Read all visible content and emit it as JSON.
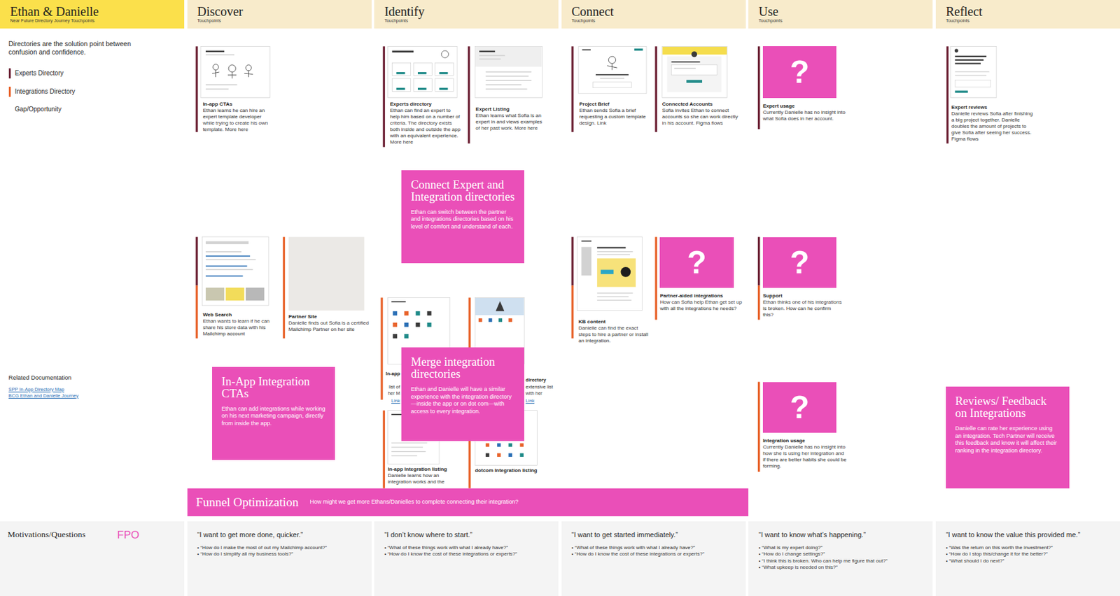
{
  "diagram": {
    "nodes": [
      {
        "text": [
          "Ethan & Danielle",
          "Near Future Directory Journey Touchpoints"
        ]
      },
      {
        "text": [
          "Discover",
          "Touchpoints"
        ]
      },
      {
        "text": [
          "Identify",
          "Touchpoints"
        ]
      },
      {
        "text": [
          "Connect",
          "Touchpoints"
        ]
      },
      {
        "text": [
          "Use",
          "Touchpoints"
        ]
      },
      {
        "text": [
          "Reflect",
          "Touchpoints"
        ]
      },
      {
        "text": [
          "In-app CTAs",
          "Ethan learns he can hire an expert template developer while trying to create his own template. More here"
        ]
      },
      {
        "text": [
          "Experts directory",
          "Ethan can find an expert to help him based on a number of criteria. The directory exists both inside and outside the app with an equivalent experience. More here"
        ]
      },
      {
        "text": [
          "Expert Listing",
          "Ethan learns what Sofia is an expert in and views examples of her past work. More here"
        ]
      },
      {
        "text": [
          "Project Brief",
          "Ethan sends Sofia a brief requesting a custom template design. Link"
        ]
      },
      {
        "text": [
          "Connected Accounts",
          "Sofia invites Ethan to connect accounts so she can work directly in his account. Figma flows"
        ]
      },
      {
        "text": [
          "?",
          "Expert usage",
          "Currently Danielle has no insight into what Sofia does in her account."
        ]
      },
      {
        "text": [
          "Expert reviews",
          "Danielle reviews Sofia after finishing a big project together. Danielle doubles the amount of projects to give Sofia after seeing her success. Figma flows"
        ]
      },
      {
        "text": [
          "Connect Expert and Integration directories",
          "Ethan can switch between the partner and integrations directories based on his level of comfort and understand of each."
        ]
      },
      {
        "text": [
          "Web Search",
          "Ethan wants to learn if he can share his store data with his Mailchimp account"
        ]
      },
      {
        "text": [
          "Partner Site",
          "Danielle finds out Sofia is a certified Mailchimp Partner on her site"
        ]
      },
      {
        "text": [
          "KB content",
          "Danielle can find the exact steps to hire a partner or install an integration."
        ]
      },
      {
        "text": [
          "?",
          "Partner-aided integrations",
          "How can Sofia help Ethan get set up with all the integrations he needs?"
        ]
      },
      {
        "text": [
          "?",
          "Support",
          "Ethan thinks one of his integrations is broken. How can he confirm this?"
        ]
      },
      {
        "text": [
          "In-App Integration CTAs",
          "Ethan can add integrations while working on his next marketing campaign, directly from inside the app."
        ]
      },
      {
        "text": [
          "Merge integration directories",
          "Ethan and Danielle will have a similar experience with the integration directory—inside the app or on dot com—with access to every integration."
        ]
      },
      {
        "text": [
          "?",
          "Integration usage",
          "Currently Danielle has no insight into how she is using her integration and if there are better habits she could be forming."
        ]
      },
      {
        "text": [
          "Reviews/ Feedback on Integrations",
          "Danielle can rate her experience using an integration. Tech Partner will receive this feedback and know it will affect their ranking in the integration directory."
        ]
      },
      {
        "text": [
          "In-app Integration listing",
          "Danielle learns how an integration works and the"
        ]
      },
      {
        "text": [
          "dotcom Integration listing"
        ]
      },
      {
        "text": [
          "Funnel Optimization",
          "How might we get more Ethans/Danielles to complete connecting their integration?"
        ]
      },
      {
        "text": [
          "Motivations/Questions",
          "FPO"
        ]
      },
      {
        "text": [
          "“I want to get more done, quicker.”",
          "• “How do I make the most of out my Mailchimp account?”",
          "• “How do I simplify all my business tools?”"
        ]
      },
      {
        "text": [
          "“I don’t know where to start.”",
          "• “What of these things work with what I already have?”",
          "• “How do I know the cost of these integrations or experts?”"
        ]
      },
      {
        "text": [
          "“I want to get started immediately.”",
          "• “What of these things work with what I already have?”",
          "• “How do I know the cost of these integrations or experts?”"
        ]
      },
      {
        "text": [
          "“I want to know what’s happening.”",
          "• “What is my expert doing?”",
          "• “How do I change settings?”",
          "• “I think this is broken. Who can help me figure that out?”",
          "• “What upkeep is needed on this?”"
        ]
      },
      {
        "text": [
          "“I want to know the value this provided me.”",
          "• “Was the return on this worth the investment?”",
          "• “How do I stop this/change it for the better?”",
          "• “What should I do next?”"
        ]
      }
    ],
    "labels": [
      "Directories are the solution point between confusion and confidence.",
      "Related Documentation",
      "SPP In-App Directory Map",
      "BCG Ethan and Danielle Journey",
      "In-app",
      "list of",
      "her M",
      "Link",
      "directory",
      "extensive list",
      "with her",
      "Link"
    ],
    "legend": [
      {
        "text": "Experts Directory",
        "color": "#6e2437"
      },
      {
        "text": "Integrations Directory",
        "color": "#e8632b"
      },
      {
        "text": "Gap/Opportunity"
      }
    ]
  }
}
